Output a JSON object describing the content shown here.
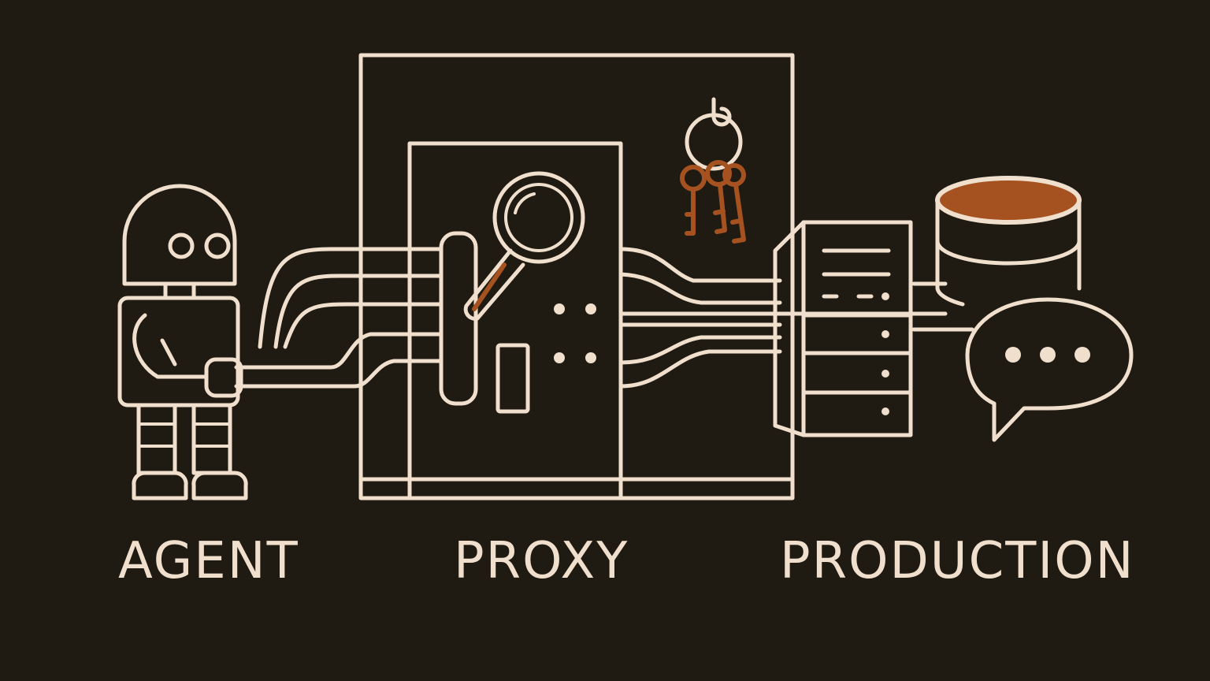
{
  "colors": {
    "background": "#1f1a12",
    "line": "#efdfcc",
    "accent": "#a55220"
  },
  "labels": {
    "agent": "AGENT",
    "proxy": "PROXY",
    "production": "PRODUCTION"
  },
  "icons": [
    "robot-icon",
    "door-icon",
    "magnifying-glass-icon",
    "key-ring-icon",
    "server-icon",
    "database-icon",
    "chat-bubble-icon"
  ]
}
